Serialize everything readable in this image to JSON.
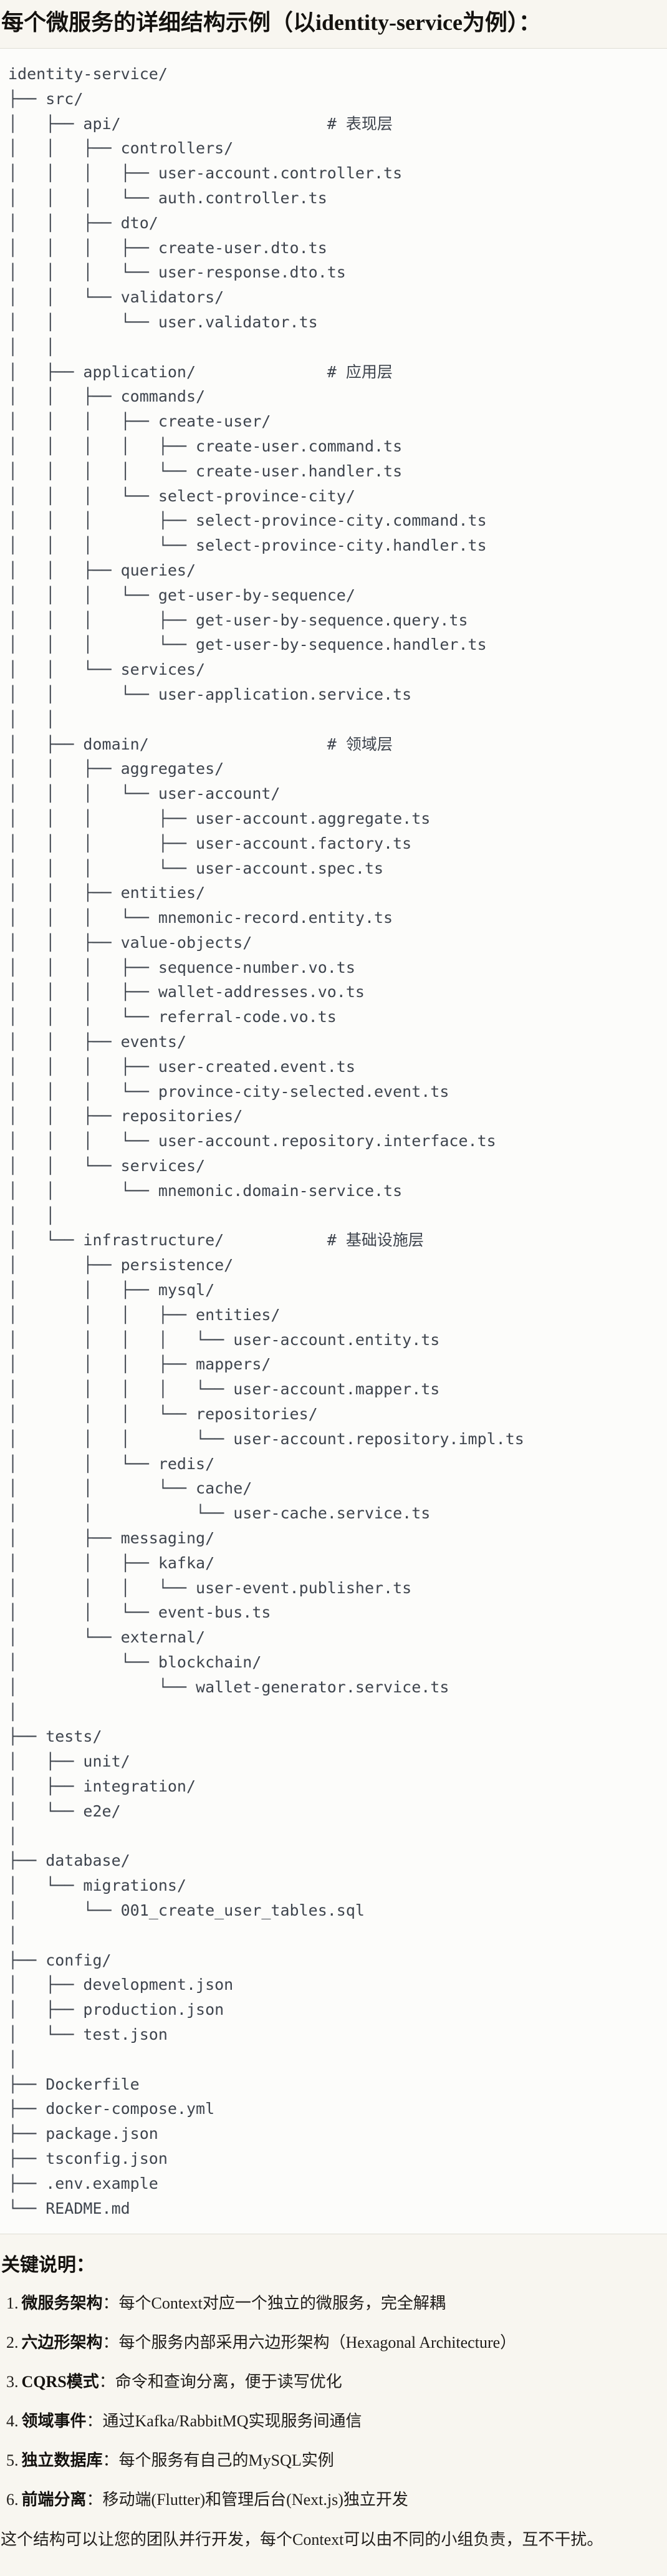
{
  "page": {
    "title": "每个微服务的详细结构示例（以identity-service为例）：",
    "section_heading": "关键说明：",
    "closing_note": "这个结构可以让您的团队并行开发，每个Context可以由不同的小组负责，互不干扰。"
  },
  "tree": {
    "lines": [
      "identity-service/",
      "├── src/",
      "│   ├── api/                      # 表现层",
      "│   │   ├── controllers/",
      "│   │   │   ├── user-account.controller.ts",
      "│   │   │   └── auth.controller.ts",
      "│   │   ├── dto/",
      "│   │   │   ├── create-user.dto.ts",
      "│   │   │   └── user-response.dto.ts",
      "│   │   └── validators/",
      "│   │       └── user.validator.ts",
      "│   │",
      "│   ├── application/              # 应用层",
      "│   │   ├── commands/",
      "│   │   │   ├── create-user/",
      "│   │   │   │   ├── create-user.command.ts",
      "│   │   │   │   └── create-user.handler.ts",
      "│   │   │   └── select-province-city/",
      "│   │   │       ├── select-province-city.command.ts",
      "│   │   │       └── select-province-city.handler.ts",
      "│   │   ├── queries/",
      "│   │   │   └── get-user-by-sequence/",
      "│   │   │       ├── get-user-by-sequence.query.ts",
      "│   │   │       └── get-user-by-sequence.handler.ts",
      "│   │   └── services/",
      "│   │       └── user-application.service.ts",
      "│   │",
      "│   ├── domain/                   # 领域层",
      "│   │   ├── aggregates/",
      "│   │   │   └── user-account/",
      "│   │   │       ├── user-account.aggregate.ts",
      "│   │   │       ├── user-account.factory.ts",
      "│   │   │       └── user-account.spec.ts",
      "│   │   ├── entities/",
      "│   │   │   └── mnemonic-record.entity.ts",
      "│   │   ├── value-objects/",
      "│   │   │   ├── sequence-number.vo.ts",
      "│   │   │   ├── wallet-addresses.vo.ts",
      "│   │   │   └── referral-code.vo.ts",
      "│   │   ├── events/",
      "│   │   │   ├── user-created.event.ts",
      "│   │   │   └── province-city-selected.event.ts",
      "│   │   ├── repositories/",
      "│   │   │   └── user-account.repository.interface.ts",
      "│   │   └── services/",
      "│   │       └── mnemonic.domain-service.ts",
      "│   │",
      "│   └── infrastructure/           # 基础设施层",
      "│       ├── persistence/",
      "│       │   ├── mysql/",
      "│       │   │   ├── entities/",
      "│       │   │   │   └── user-account.entity.ts",
      "│       │   │   ├── mappers/",
      "│       │   │   │   └── user-account.mapper.ts",
      "│       │   │   └── repositories/",
      "│       │   │       └── user-account.repository.impl.ts",
      "│       │   └── redis/",
      "│       │       └── cache/",
      "│       │           └── user-cache.service.ts",
      "│       ├── messaging/",
      "│       │   ├── kafka/",
      "│       │   │   └── user-event.publisher.ts",
      "│       │   └── event-bus.ts",
      "│       └── external/",
      "│           └── blockchain/",
      "│               └── wallet-generator.service.ts",
      "│",
      "├── tests/",
      "│   ├── unit/",
      "│   ├── integration/",
      "│   └── e2e/",
      "│",
      "├── database/",
      "│   └── migrations/",
      "│       └── 001_create_user_tables.sql",
      "│",
      "├── config/",
      "│   ├── development.json",
      "│   ├── production.json",
      "│   └── test.json",
      "│",
      "├── Dockerfile",
      "├── docker-compose.yml",
      "├── package.json",
      "├── tsconfig.json",
      "├── .env.example",
      "└── README.md"
    ]
  },
  "key_points": [
    {
      "num": "1.",
      "term": "微服务架构",
      "sep": "：",
      "desc": "每个Context对应一个独立的微服务，完全解耦"
    },
    {
      "num": "2.",
      "term": "六边形架构",
      "sep": "：",
      "desc": "每个服务内部采用六边形架构（Hexagonal Architecture）"
    },
    {
      "num": "3.",
      "term": "CQRS模式",
      "sep": "：",
      "desc": "命令和查询分离，便于读写优化"
    },
    {
      "num": "4.",
      "term": "领域事件",
      "sep": "：",
      "desc": "通过Kafka/RabbitMQ实现服务间通信"
    },
    {
      "num": "5.",
      "term": "独立数据库",
      "sep": "：",
      "desc": "每个服务有自己的MySQL实例"
    },
    {
      "num": "6.",
      "term": "前端分离",
      "sep": "：",
      "desc": "移动端(Flutter)和管理后台(Next.js)独立开发"
    }
  ]
}
